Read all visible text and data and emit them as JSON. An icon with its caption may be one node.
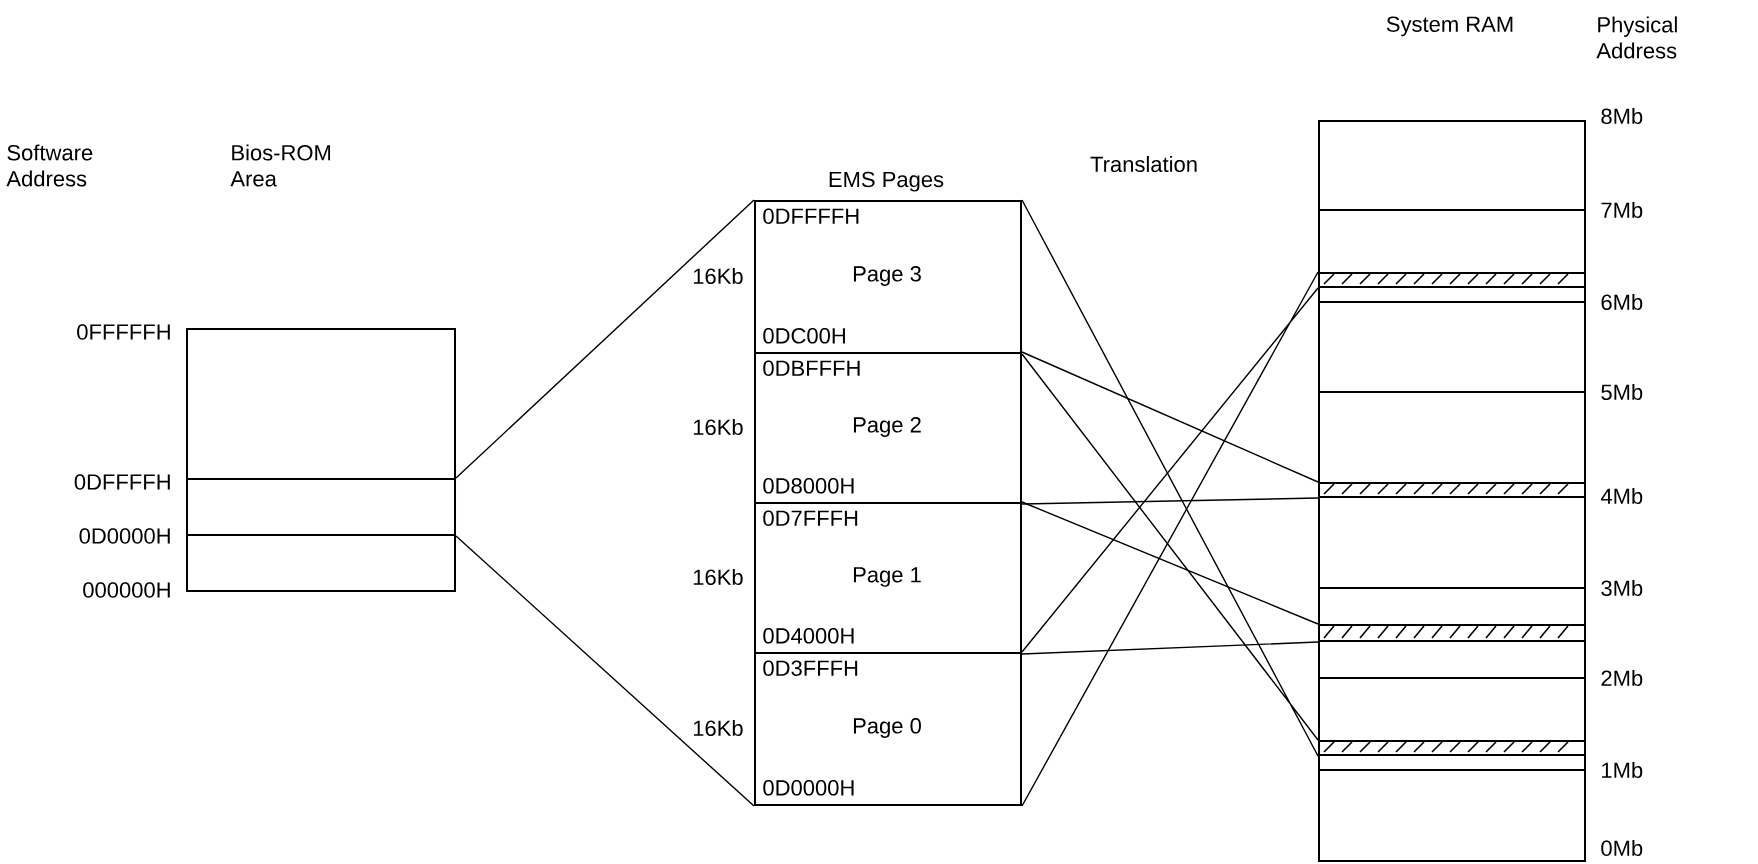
{
  "diagram": {
    "nodes": [
      {
        "text": [],
        "shape": "box"
      },
      {
        "text": [],
        "shape": "box",
        "in": 0
      },
      {
        "text": [
          "EMS Pages"
        ]
      },
      {
        "text": [
          "0DFFFFH",
          "Page 3",
          "0DC00H"
        ],
        "beside": [
          "16Kb"
        ],
        "in": 2
      },
      {
        "text": [
          "0DBFFFH",
          "Page 2",
          "0D8000H"
        ],
        "beside": [
          "16Kb"
        ],
        "in": 2
      },
      {
        "text": [
          "0D7FFFH",
          "Page 1",
          "0D4000H"
        ],
        "beside": [
          "16Kb"
        ],
        "in": 2
      },
      {
        "text": [
          "0D3FFFH",
          "Page 0",
          "0D0000H"
        ],
        "beside": [
          "16Kb"
        ],
        "in": 2
      },
      {
        "text": [
          "System RAM"
        ]
      },
      {
        "text": [],
        "shape": "bar",
        "in": 7
      },
      {
        "text": [],
        "shape": "bar",
        "in": 7
      },
      {
        "text": [],
        "shape": "bar",
        "in": 7
      },
      {
        "text": [],
        "shape": "bar",
        "in": 7
      }
    ],
    "edges": [
      {
        "from": 1,
        "to": 3,
        "arrow": "none"
      },
      {
        "from": 1,
        "to": 6,
        "arrow": "none"
      },
      {
        "from": 3,
        "to": 11,
        "arrow": "none"
      },
      {
        "from": 4,
        "to": 9,
        "arrow": "none"
      },
      {
        "from": 5,
        "to": 10,
        "arrow": "none"
      },
      {
        "from": 6,
        "to": 8,
        "arrow": "none"
      }
    ],
    "labels": [
      "Software Address",
      "Bios-ROM Area",
      "0FFFFFH",
      "0DFFFFH",
      "0D0000H",
      "000000H",
      "Translation",
      "Physical Address",
      "8Mb",
      "7Mb",
      "6Mb",
      "5Mb",
      "4Mb",
      "3Mb",
      "2Mb",
      "1Mb",
      "0Mb"
    ]
  }
}
